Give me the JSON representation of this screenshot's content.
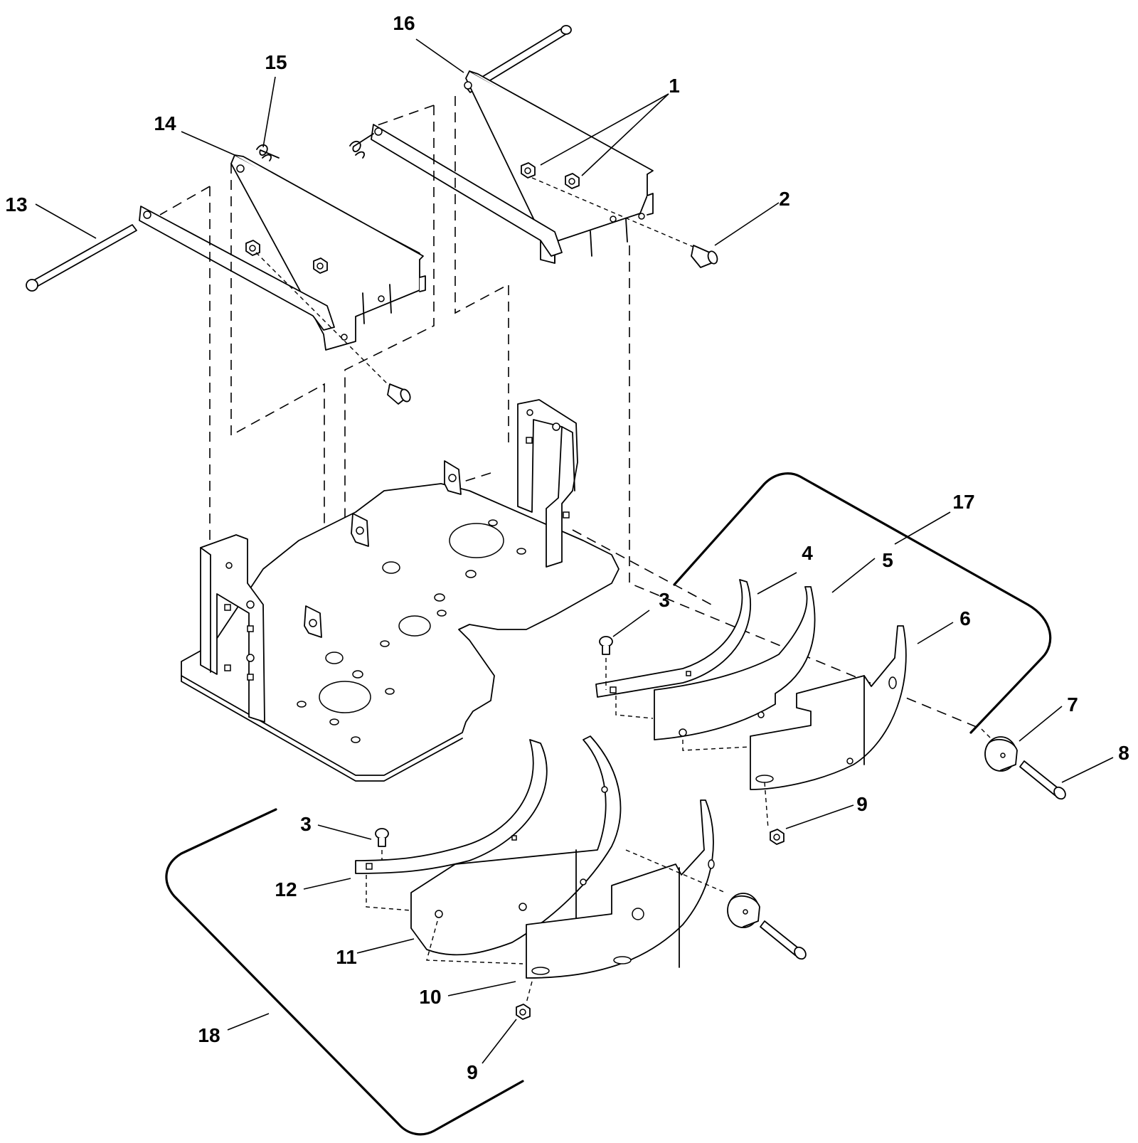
{
  "callouts": [
    {
      "id": "c16",
      "text": "16"
    },
    {
      "id": "c15",
      "text": "15"
    },
    {
      "id": "c1",
      "text": "1"
    },
    {
      "id": "c14",
      "text": "14"
    },
    {
      "id": "c13",
      "text": "13"
    },
    {
      "id": "c2",
      "text": "2"
    },
    {
      "id": "c17",
      "text": "17"
    },
    {
      "id": "c4",
      "text": "4"
    },
    {
      "id": "c5",
      "text": "5"
    },
    {
      "id": "c3a",
      "text": "3"
    },
    {
      "id": "c6",
      "text": "6"
    },
    {
      "id": "c7",
      "text": "7"
    },
    {
      "id": "c8",
      "text": "8"
    },
    {
      "id": "c9a",
      "text": "9"
    },
    {
      "id": "c3b",
      "text": "3"
    },
    {
      "id": "c12",
      "text": "12"
    },
    {
      "id": "c11",
      "text": "11"
    },
    {
      "id": "c10",
      "text": "10"
    },
    {
      "id": "c18",
      "text": "18"
    },
    {
      "id": "c9b",
      "text": "9"
    }
  ],
  "icons": {
    "pin": "long-pin-icon",
    "bolt": "cap-screw-icon",
    "nut": "hex-nut-icon",
    "knob": "knob-icon",
    "clip": "hair-pin-clip-icon"
  }
}
